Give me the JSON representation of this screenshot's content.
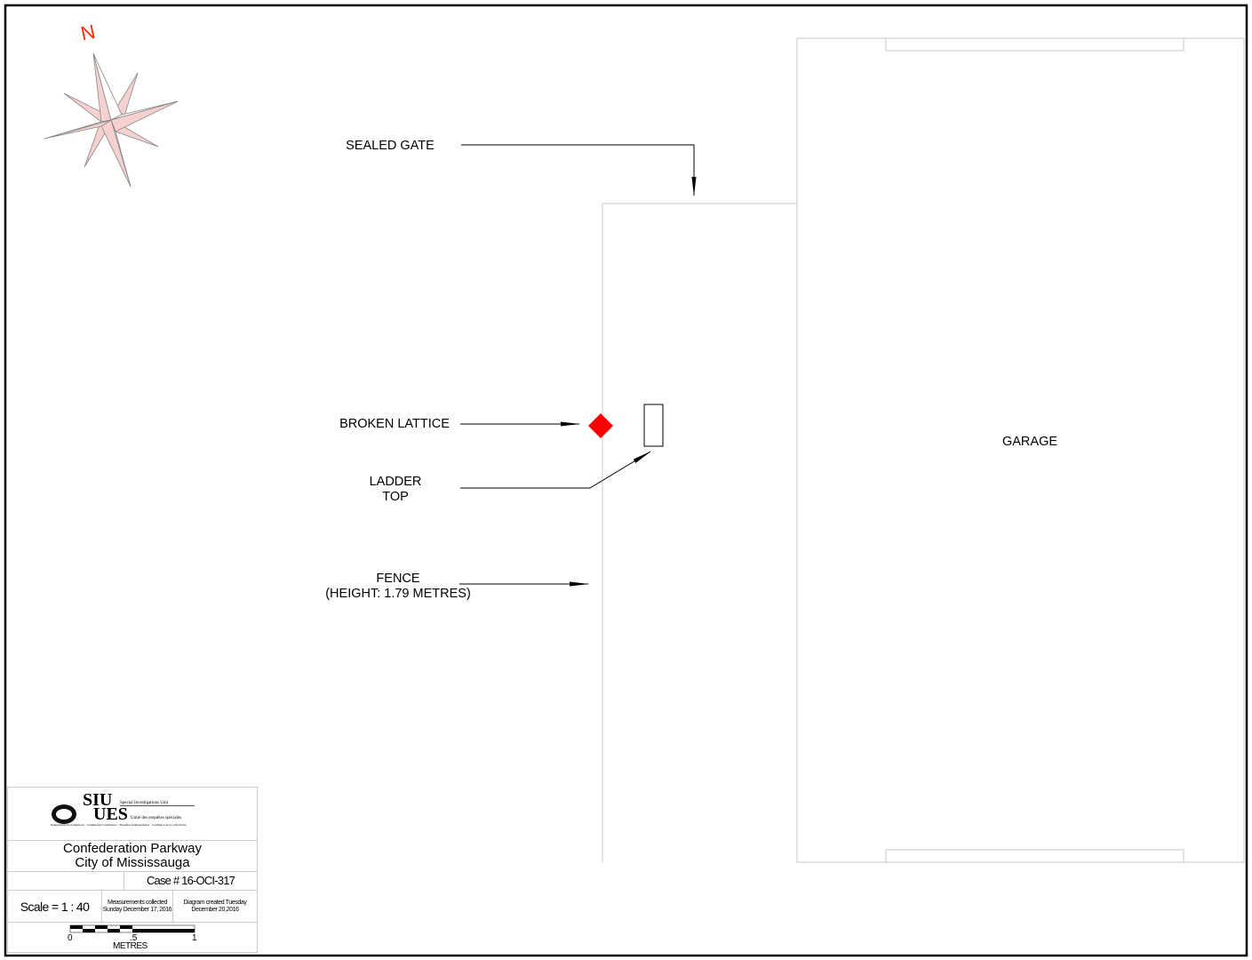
{
  "compass": {
    "north_label": "N",
    "accent": "#ff2a00",
    "fill": "#f7d0d0"
  },
  "labels": {
    "sealed_gate": "SEALED GATE",
    "broken_lattice": "BROKEN LATTICE",
    "ladder_top": [
      "LADDER",
      "TOP"
    ],
    "fence": [
      "FENCE",
      "(HEIGHT: 1.79 METRES)"
    ],
    "garage": "GARAGE"
  },
  "marker_color": "#ff0000",
  "title_block": {
    "logo": {
      "siu": "SIU",
      "ues": "UES",
      "en": "Special Investigations Unit",
      "fr": "Unité des enquêtes spéciales",
      "tagline": "Independent Investigations · Community Confidence · Enquêtes indépendantes · Confiance de la collectivité"
    },
    "location_line1": "Confederation Parkway",
    "location_line2": "City of Mississauga",
    "case": "Case #  16-OCI-317",
    "scale": "Scale =  1 : 40",
    "measurements_line1": "Measurements collected",
    "measurements_line2": "Sunday December 17, 2016",
    "created_line1": "Diagram created Tuesday",
    "created_line2": "December 20,2016",
    "scalebar": {
      "tick0": "0",
      "tick_mid": ".5",
      "tick1": "1",
      "unit": "METRES"
    }
  }
}
